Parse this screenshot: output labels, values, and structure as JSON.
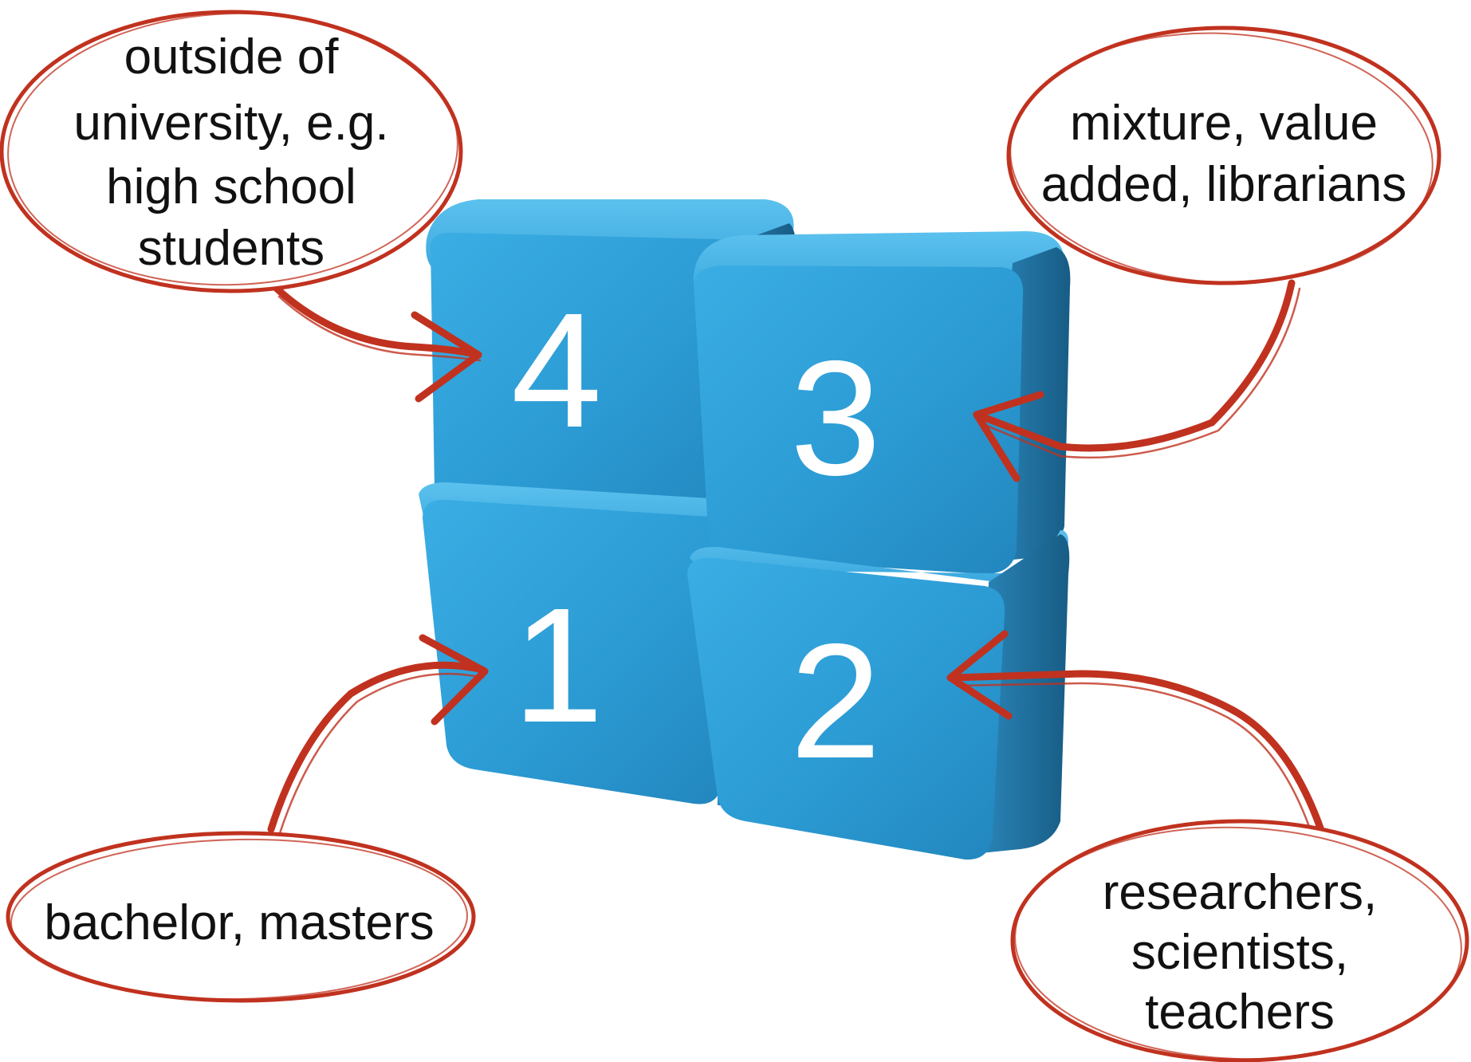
{
  "colors": {
    "cube_face": "#2f9fd8",
    "cube_top": "#45b4e8",
    "cube_side": "#1e6f9c",
    "annotation_red": "#c0321f",
    "text": "#111111",
    "number": "#ffffff"
  },
  "cubes": [
    {
      "id": "cube-4",
      "number": "4"
    },
    {
      "id": "cube-3",
      "number": "3"
    },
    {
      "id": "cube-1",
      "number": "1"
    },
    {
      "id": "cube-2",
      "number": "2"
    }
  ],
  "callouts": {
    "top_left": {
      "lines": [
        "outside of",
        "university, e.g.",
        "high school",
        "students"
      ],
      "points_to": "4"
    },
    "top_right": {
      "lines": [
        "mixture, value",
        "added, librarians"
      ],
      "points_to": "3"
    },
    "bottom_left": {
      "lines": [
        "bachelor, masters"
      ],
      "points_to": "1"
    },
    "bottom_right": {
      "lines": [
        "researchers,",
        "scientists,",
        "teachers"
      ],
      "points_to": "2"
    }
  }
}
